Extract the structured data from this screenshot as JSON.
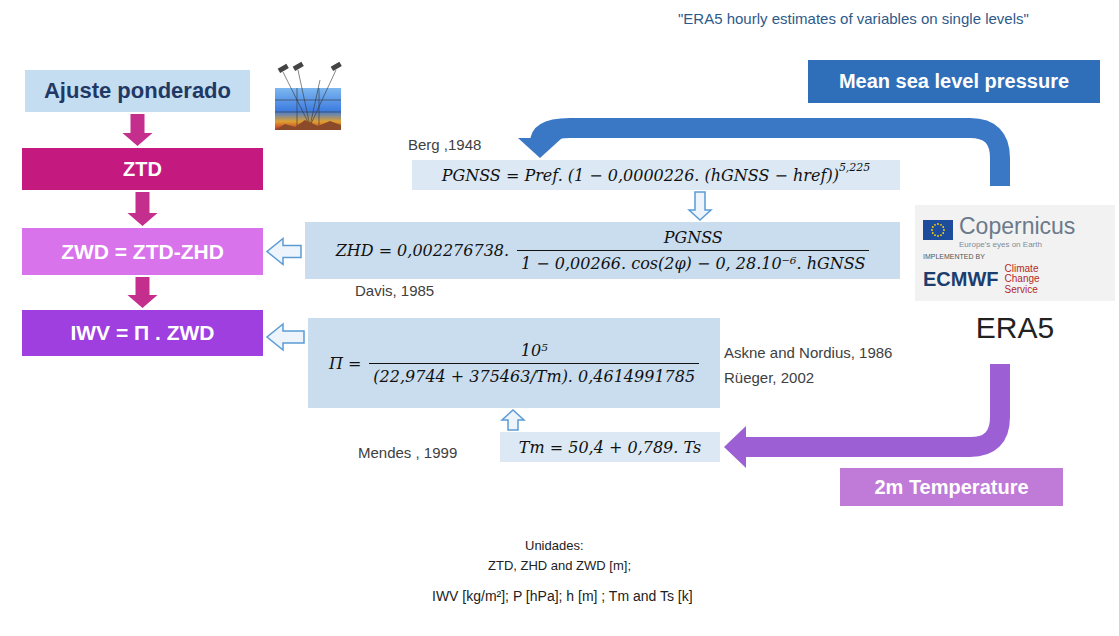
{
  "diagram": {
    "nodes": [
      {
        "text": [
          "Ajuste ponderado"
        ]
      },
      {
        "text": [
          "ZTD"
        ]
      },
      {
        "text": [
          "ZWD = ZTD-ZHD"
        ]
      },
      {
        "text": [
          "IWV = Π . ZWD"
        ]
      },
      {
        "text": [
          "Mean sea level pressure"
        ]
      },
      {
        "text": [
          "PGNSS = Pref. (1 − 0,0000226. (hGNSS − href))",
          "5,225"
        ]
      },
      {
        "text": [
          "ZHD = 0,002276738.",
          "PGNSS",
          "1 − 0,00266. cos(2φ) − 0, 28.10⁻⁶. hGNSS"
        ]
      },
      {
        "text": [
          "Π =",
          "10⁵",
          "(22,9744 + 375463/Tm). 0,4614991785"
        ]
      },
      {
        "text": [
          "Tm = 50,4 + 0,789. Ts"
        ]
      },
      {
        "text": [
          "Copernicus",
          "Europe's eyes on Earth",
          "IMPLEMENTED BY",
          "ECMWF",
          "Climate Change Service",
          "ERA5"
        ]
      },
      {
        "text": [
          "2m Temperature"
        ]
      }
    ],
    "edges": [
      {
        "from": 0,
        "to": 1,
        "arrow": "to"
      },
      {
        "from": 1,
        "to": 2,
        "arrow": "to"
      },
      {
        "from": 2,
        "to": 3,
        "arrow": "to"
      },
      {
        "from": 6,
        "to": 2,
        "arrow": "to"
      },
      {
        "from": 7,
        "to": 3,
        "arrow": "to"
      },
      {
        "from": 5,
        "to": 6,
        "arrow": "to"
      },
      {
        "from": 8,
        "to": 7,
        "arrow": "to"
      },
      {
        "from": 9,
        "to": 5,
        "arrow": "to"
      },
      {
        "from": 9,
        "to": 8,
        "arrow": "to"
      }
    ],
    "labels": [
      "\"ERA5 hourly estimates of variables on single levels\"",
      "Berg ,1948",
      "Davis, 1985",
      "Askne and Nordius, 1986",
      "Rüeger, 2002",
      "Mendes , 1999",
      "Unidades:",
      "ZTD, ZHD and ZWD [m];",
      "IWV [kg/m²]; P [hPa]; h [m] ; Tm and Ts [k]"
    ]
  }
}
